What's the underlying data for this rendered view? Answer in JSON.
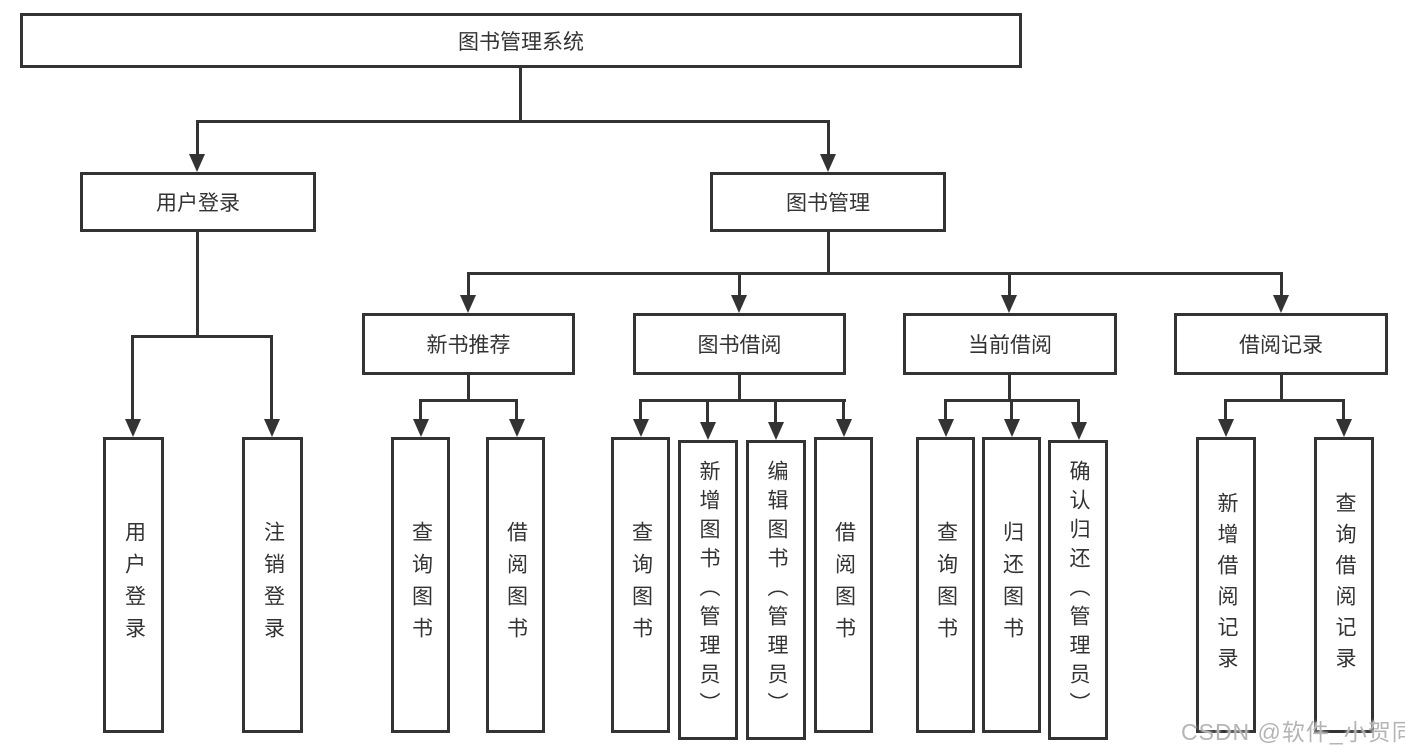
{
  "diagram": {
    "title": "图书管理系统",
    "type": "function-structure-tree",
    "colors": {
      "line": "#333333",
      "box_border": "#333333",
      "text": "#333333",
      "background": "#ffffff",
      "watermark": "#b5b5b5"
    },
    "watermark": "CSDN @软件_小贺同学"
  },
  "tree": {
    "root": {
      "label": "图书管理系统",
      "children": [
        {
          "label": "用户登录",
          "children": [
            {
              "label": "用户登录"
            },
            {
              "label": "注销登录"
            }
          ]
        },
        {
          "label": "图书管理",
          "children": [
            {
              "label": "新书推荐",
              "children": [
                {
                  "label": "查询图书"
                },
                {
                  "label": "借阅图书"
                }
              ]
            },
            {
              "label": "图书借阅",
              "children": [
                {
                  "label": "查询图书"
                },
                {
                  "label": "新增图书（管理员）"
                },
                {
                  "label": "编辑图书（管理员）"
                },
                {
                  "label": "借阅图书"
                }
              ]
            },
            {
              "label": "当前借阅",
              "children": [
                {
                  "label": "查询图书"
                },
                {
                  "label": "归还图书"
                },
                {
                  "label": "确认归还（管理员）"
                }
              ]
            },
            {
              "label": "借阅记录",
              "children": [
                {
                  "label": "新增借阅记录"
                },
                {
                  "label": "查询借阅记录"
                }
              ]
            }
          ]
        }
      ]
    }
  }
}
